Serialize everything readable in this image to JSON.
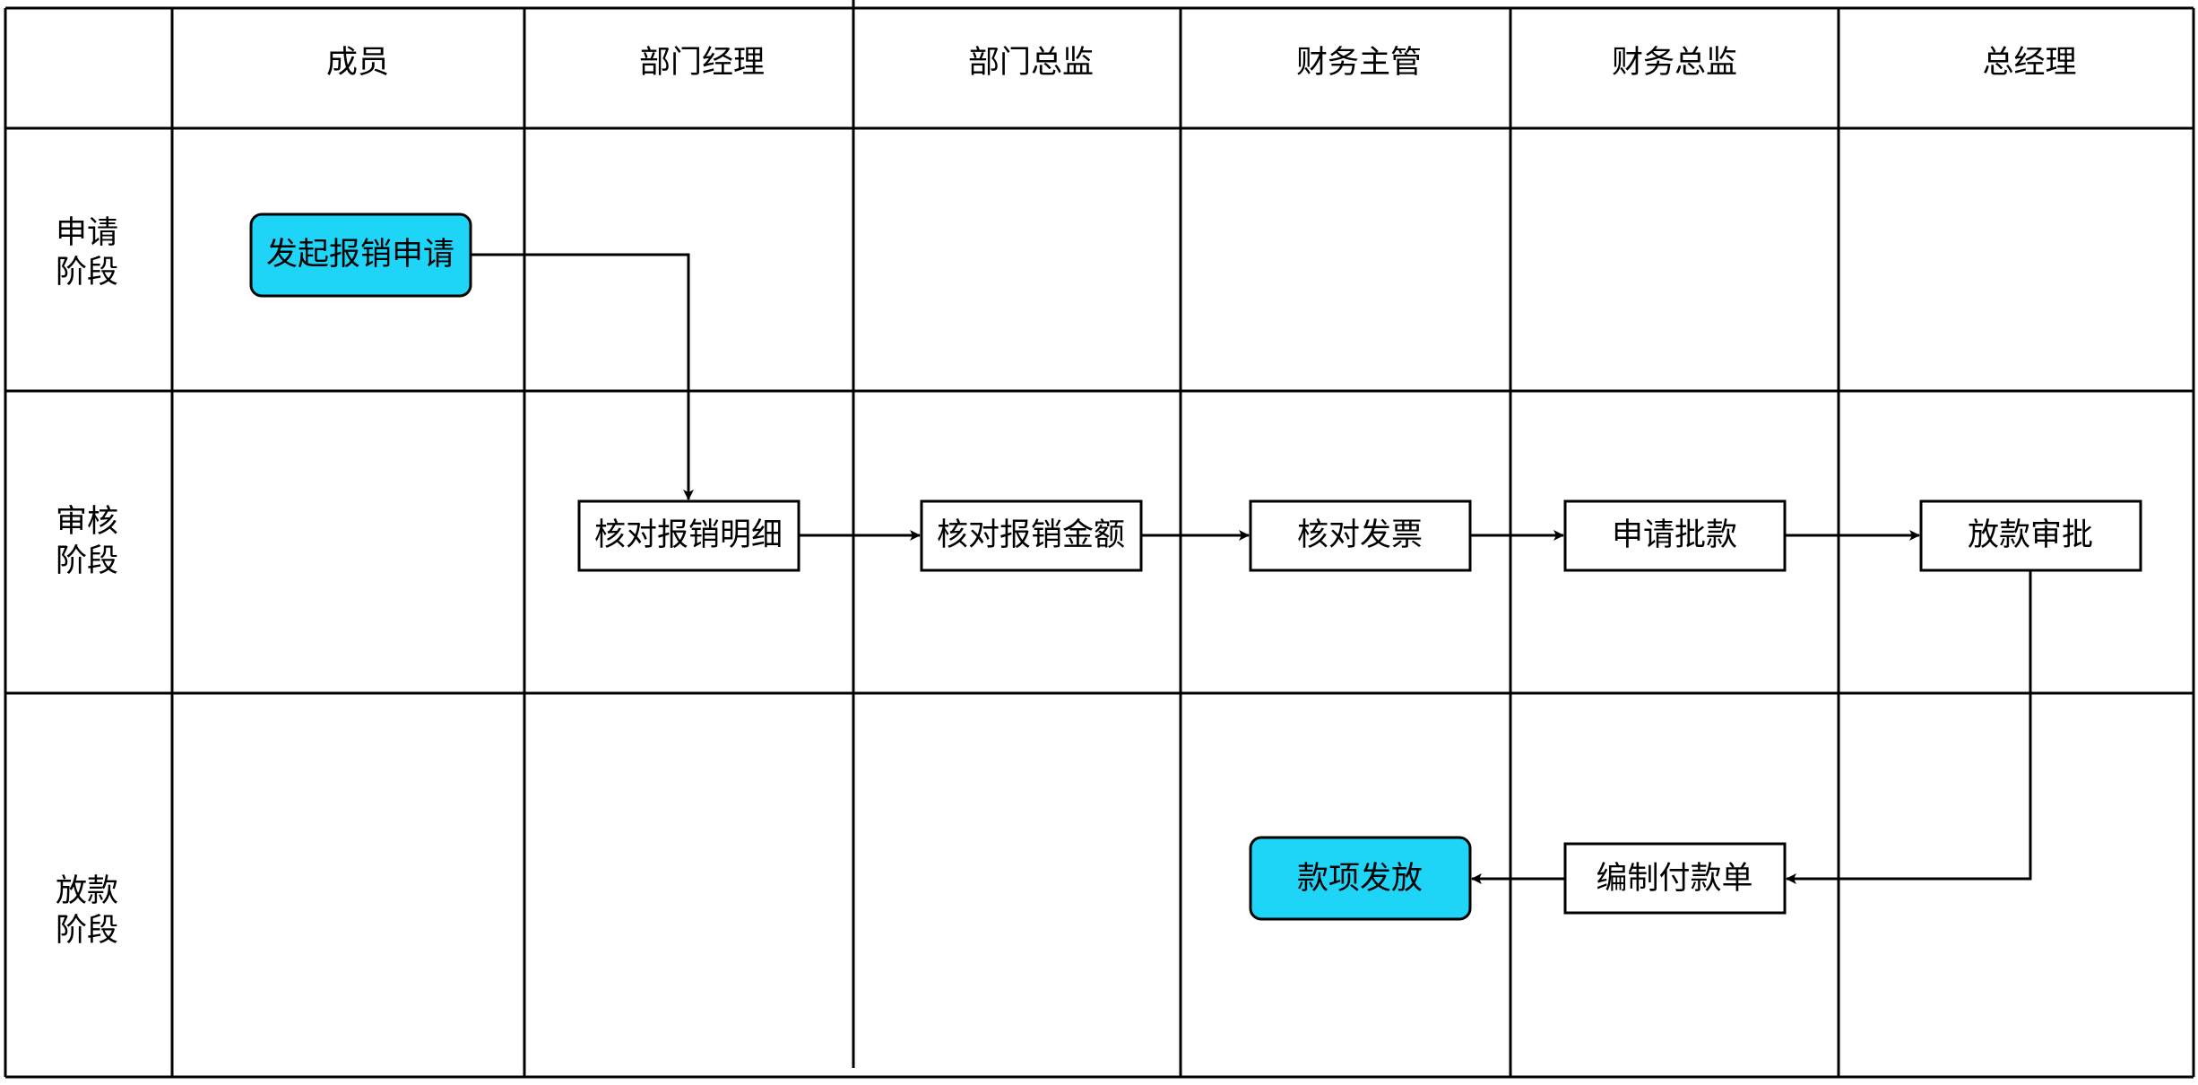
{
  "colors": {
    "highlight": "#1ed5f7",
    "line": "#000000",
    "background": "#ffffff"
  },
  "columns": [
    "成员",
    "部门经理",
    "部门总监",
    "财务主管",
    "财务总监",
    "总经理"
  ],
  "rows": [
    {
      "line1": "申请",
      "line2": "阶段"
    },
    {
      "line1": "审核",
      "line2": "阶段"
    },
    {
      "line1": "放款",
      "line2": "阶段"
    }
  ],
  "nodes": {
    "start": "发起报销申请",
    "check_detail": "核对报销明细",
    "check_amount": "核对报销金额",
    "check_invoice": "核对发票",
    "request_funds": "申请批款",
    "payout_approval": "放款审批",
    "make_payment_order": "编制付款单",
    "disburse": "款项发放"
  },
  "edges": [
    {
      "from": "start",
      "to": "check_detail"
    },
    {
      "from": "check_detail",
      "to": "check_amount"
    },
    {
      "from": "check_amount",
      "to": "check_invoice"
    },
    {
      "from": "check_invoice",
      "to": "request_funds"
    },
    {
      "from": "request_funds",
      "to": "payout_approval"
    },
    {
      "from": "payout_approval",
      "to": "make_payment_order"
    },
    {
      "from": "make_payment_order",
      "to": "disburse"
    }
  ]
}
